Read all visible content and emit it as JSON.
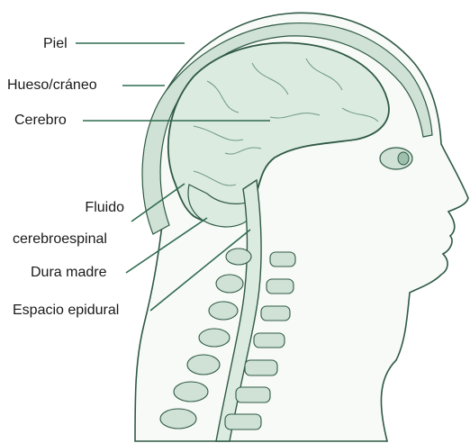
{
  "colors": {
    "brain_fill": "#dcebe0",
    "tissue_fill": "#eef5ef",
    "bone_fill": "#cfe2d5",
    "outline": "#2f5a45",
    "leader": "#2f6b4f",
    "text": "#1a1a1a"
  },
  "labels": {
    "piel": "Piel",
    "hueso": "Hueso/cráneo",
    "cerebro": "Cerebro",
    "fluido_line1": "Fluido",
    "fluido_line2": "cerebroespinal",
    "dura": "Dura madre",
    "espacio": "Espacio epidural"
  }
}
